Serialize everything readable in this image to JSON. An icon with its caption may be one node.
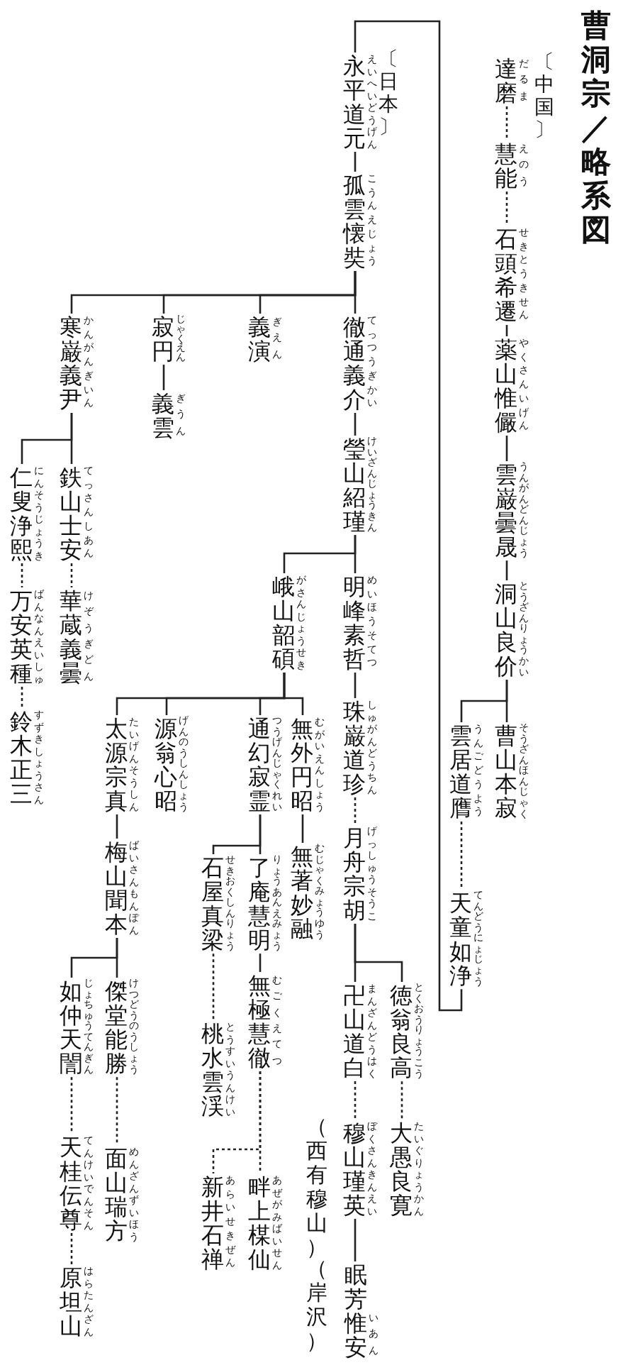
{
  "diagram": {
    "title": "曹洞宗／略系図",
    "nodes": [
      {
        "text": [
          "達磨",
          "だるま"
        ]
      },
      {
        "text": [
          "慧能",
          "えのう"
        ]
      },
      {
        "text": [
          "石頭希遷",
          "せきとうきせん"
        ]
      },
      {
        "text": [
          "薬山惟儼",
          "やくさんいげん"
        ]
      },
      {
        "text": [
          "雲巌曇晟",
          "うんがんどんじょう"
        ]
      },
      {
        "text": [
          "洞山良价",
          "とうざんりょうかい"
        ]
      },
      {
        "text": [
          "曹山本寂",
          "そうざんほんじゃく"
        ]
      },
      {
        "text": [
          "雲居道膺",
          "うんごどうよう"
        ]
      },
      {
        "text": [
          "天童如浄",
          "てんどうにょじょう"
        ]
      },
      {
        "text": [
          "永平道元",
          "えいへいどうげん"
        ]
      },
      {
        "text": [
          "孤雲懐奘",
          "こうんえじょう"
        ]
      },
      {
        "text": [
          "徹通義介",
          "てっつうぎかい"
        ]
      },
      {
        "text": [
          "義演",
          "ぎえん"
        ]
      },
      {
        "text": [
          "寂円",
          "じゃくえん"
        ]
      },
      {
        "text": [
          "義雲",
          "ぎうん"
        ]
      },
      {
        "text": [
          "寒巌義尹",
          "かんがんぎいん"
        ]
      },
      {
        "text": [
          "鉄山士安",
          "てっさんしあん"
        ]
      },
      {
        "text": [
          "華蔵義曇",
          "けぞうぎどん"
        ]
      },
      {
        "text": [
          "仁叟浄熙",
          "にんそうじょうき"
        ]
      },
      {
        "text": [
          "万安英種",
          "ばんなんえいしゅ"
        ]
      },
      {
        "text": [
          "鈴木正三",
          "すずきしょうさん"
        ]
      },
      {
        "text": [
          "瑩山紹瑾",
          "けいざんじょうきん"
        ]
      },
      {
        "text": [
          "明峰素哲",
          "めいほうそてつ"
        ]
      },
      {
        "text": [
          "珠巌道珍",
          "しゅがんどうちん"
        ]
      },
      {
        "text": [
          "月舟宗胡",
          "げっしゅうそうこ"
        ]
      },
      {
        "text": [
          "徳翁良高",
          "とくおうりょうこう"
        ]
      },
      {
        "text": [
          "大愚良寛",
          "たいぐりょうかん"
        ]
      },
      {
        "text": [
          "卍山道白",
          "まんざんどうはく"
        ]
      },
      {
        "text": [
          "穆山瑾英",
          "ぼくさんきんえい"
        ],
        "beside": [
          "（西有穆山）"
        ]
      },
      {
        "text": [
          "眠芳惟安",
          "いあん"
        ],
        "beside": [
          "（岸沢）"
        ]
      },
      {
        "text": [
          "峨山韶碩",
          "がさんじょうせき"
        ]
      },
      {
        "text": [
          "無外円昭",
          "むがいえんしょう"
        ]
      },
      {
        "text": [
          "無著妙融",
          "むじゃくみょうゆう"
        ]
      },
      {
        "text": [
          "通幻寂霊",
          "つうげんじゃくれい"
        ]
      },
      {
        "text": [
          "了庵慧明",
          "りょうあんえみょう"
        ]
      },
      {
        "text": [
          "無極慧徹",
          "むごくえてつ"
        ]
      },
      {
        "text": [
          "畔上楳仙",
          "あぜがみばいせん"
        ]
      },
      {
        "text": [
          "新井石禅",
          "あらいせきぜん"
        ]
      },
      {
        "text": [
          "石屋真梁",
          "せきおくしんりょう"
        ]
      },
      {
        "text": [
          "桃水雲渓",
          "とうすいうんけい"
        ]
      },
      {
        "text": [
          "源翁心昭",
          "げんのうしんしょう"
        ]
      },
      {
        "text": [
          "太源宗真",
          "たいげんそうしん"
        ]
      },
      {
        "text": [
          "梅山聞本",
          "ばいさんもんぽん"
        ]
      },
      {
        "text": [
          "傑堂能勝",
          "けつどうのうしょう"
        ]
      },
      {
        "text": [
          "面山瑞方",
          "めんざんずいほう"
        ]
      },
      {
        "text": [
          "如仲天誾",
          "じょちゅうてんぎん"
        ]
      },
      {
        "text": [
          "天桂伝尊",
          "てんけいでんそん"
        ]
      },
      {
        "text": [
          "原坦山",
          "はらたんざん"
        ]
      }
    ],
    "edges": [
      {
        "from": 0,
        "to": 1,
        "arrow": "none",
        "style": "dashed"
      },
      {
        "from": 1,
        "to": 2,
        "arrow": "none",
        "style": "dashed"
      },
      {
        "from": 2,
        "to": 3,
        "arrow": "none"
      },
      {
        "from": 3,
        "to": 4,
        "arrow": "none"
      },
      {
        "from": 4,
        "to": 5,
        "arrow": "none"
      },
      {
        "from": 5,
        "to": 6,
        "arrow": "none"
      },
      {
        "from": 5,
        "to": 7,
        "arrow": "none"
      },
      {
        "from": 7,
        "to": 8,
        "arrow": "none",
        "style": "dashed"
      },
      {
        "from": 8,
        "to": 9,
        "arrow": "none"
      },
      {
        "from": 9,
        "to": 10,
        "arrow": "none"
      },
      {
        "from": 10,
        "to": 11,
        "arrow": "none"
      },
      {
        "from": 10,
        "to": 12,
        "arrow": "none"
      },
      {
        "from": 10,
        "to": 13,
        "arrow": "none"
      },
      {
        "from": 10,
        "to": 15,
        "arrow": "none"
      },
      {
        "from": 13,
        "to": 14,
        "arrow": "none"
      },
      {
        "from": 15,
        "to": 16,
        "arrow": "none"
      },
      {
        "from": 16,
        "to": 17,
        "arrow": "none",
        "style": "dashed"
      },
      {
        "from": 15,
        "to": 18,
        "arrow": "none"
      },
      {
        "from": 18,
        "to": 19,
        "arrow": "none",
        "style": "dashed"
      },
      {
        "from": 19,
        "to": 20,
        "arrow": "none",
        "style": "dashed"
      },
      {
        "from": 11,
        "to": 21,
        "arrow": "none"
      },
      {
        "from": 21,
        "to": 22,
        "arrow": "none"
      },
      {
        "from": 21,
        "to": 30,
        "arrow": "none"
      },
      {
        "from": 22,
        "to": 23,
        "arrow": "none"
      },
      {
        "from": 23,
        "to": 24,
        "arrow": "none",
        "style": "dashed"
      },
      {
        "from": 24,
        "to": 25,
        "arrow": "none"
      },
      {
        "from": 25,
        "to": 26,
        "arrow": "none",
        "style": "dashed"
      },
      {
        "from": 24,
        "to": 27,
        "arrow": "none"
      },
      {
        "from": 27,
        "to": 28,
        "arrow": "none",
        "style": "dashed"
      },
      {
        "from": 28,
        "to": 29,
        "arrow": "none"
      },
      {
        "from": 30,
        "to": 31,
        "arrow": "none"
      },
      {
        "from": 31,
        "to": 32,
        "arrow": "none"
      },
      {
        "from": 30,
        "to": 33,
        "arrow": "none"
      },
      {
        "from": 33,
        "to": 34,
        "arrow": "none"
      },
      {
        "from": 34,
        "to": 35,
        "arrow": "none"
      },
      {
        "from": 35,
        "to": 36,
        "arrow": "none",
        "style": "dashed"
      },
      {
        "from": 35,
        "to": 37,
        "arrow": "none",
        "style": "dashed"
      },
      {
        "from": 33,
        "to": 38,
        "arrow": "none"
      },
      {
        "from": 38,
        "to": 39,
        "arrow": "none",
        "style": "dashed"
      },
      {
        "from": 30,
        "to": 40,
        "arrow": "none"
      },
      {
        "from": 30,
        "to": 41,
        "arrow": "none"
      },
      {
        "from": 41,
        "to": 42,
        "arrow": "none"
      },
      {
        "from": 42,
        "to": 43,
        "arrow": "none"
      },
      {
        "from": 43,
        "to": 44,
        "arrow": "none",
        "style": "dashed"
      },
      {
        "from": 42,
        "to": 45,
        "arrow": "none"
      },
      {
        "from": 45,
        "to": 46,
        "arrow": "none",
        "style": "dashed"
      },
      {
        "from": 46,
        "to": 47,
        "arrow": "none",
        "style": "dashed"
      }
    ],
    "labels": [
      "〔中国〕",
      "〔日本〕"
    ]
  }
}
